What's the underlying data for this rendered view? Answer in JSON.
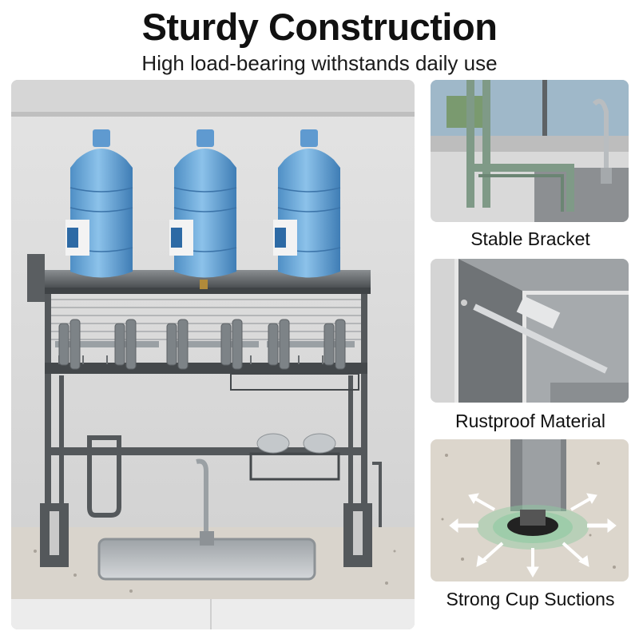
{
  "header": {
    "title": "Sturdy Construction",
    "subtitle": "High load-bearing withstands daily use"
  },
  "features": [
    {
      "label": "Stable Bracket"
    },
    {
      "label": "Rustproof Material"
    },
    {
      "label": "Strong Cup Suctions"
    }
  ],
  "colors": {
    "rack": "#54585b",
    "bottle": "#6ea9d8",
    "bracket_green": "#7f9a87",
    "suction_glow": "#8cc9a0"
  }
}
